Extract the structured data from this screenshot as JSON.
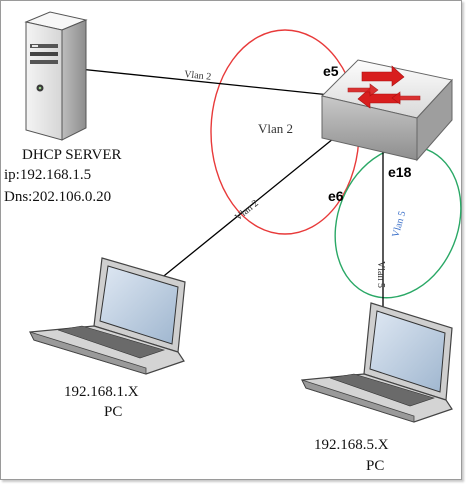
{
  "server": {
    "title": "DHCP SERVER",
    "ip": "ip:192.168.1.5",
    "dns": "Dns:202.106.0.20"
  },
  "pc1": {
    "ip": "192.168.1.X",
    "label": "PC"
  },
  "pc2": {
    "ip": "192.168.5.X",
    "label": "PC"
  },
  "ports": {
    "e5": "e5",
    "e6": "e6",
    "e18": "e18"
  },
  "vlan_labels": {
    "server_link": "Vlan 2",
    "red_group": "Vlan 2",
    "pc1_link": "Vlan 2",
    "green_group": "Vlan 5",
    "pc2_link": "Vlan 5"
  },
  "colors": {
    "red_ellipse": "#e83a3a",
    "green_ellipse": "#2aa866",
    "green_label": "#3a6fc8",
    "switch_arrows": "#d81e1e"
  },
  "icons": [
    "server-icon",
    "switch-icon",
    "laptop-icon"
  ]
}
